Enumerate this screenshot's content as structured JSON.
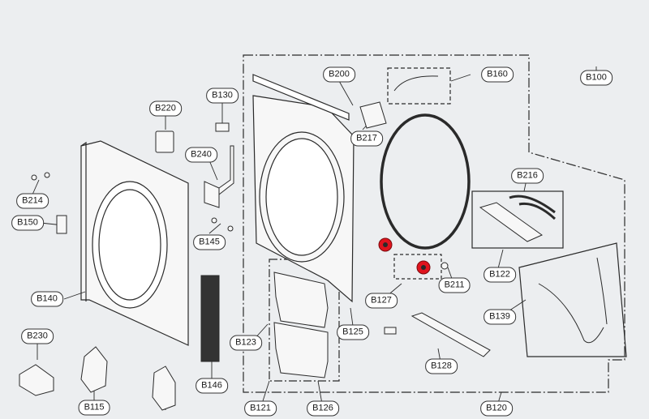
{
  "labels": {
    "B100": "B100",
    "B115": "B115",
    "B120": "B120",
    "B121": "B121",
    "B122": "B122",
    "B123": "B123",
    "B125": "B125",
    "B126": "B126",
    "B127": "B127",
    "B128": "B128",
    "B130": "B130",
    "B139": "B139",
    "B140": "B140",
    "B145": "B145",
    "B146": "B146",
    "B150": "B150",
    "B160": "B160",
    "B200": "B200",
    "B211": "B211",
    "B214": "B214",
    "B216": "B216",
    "B217": "B217",
    "B220": "B220",
    "B230": "B230",
    "B240": "B240"
  },
  "colors": {
    "line": "#2a2a2a",
    "part_fill": "#f7f7f7",
    "highlight": "#e0141e",
    "gasket": "#2b2b2b",
    "background": "#eceef0"
  }
}
